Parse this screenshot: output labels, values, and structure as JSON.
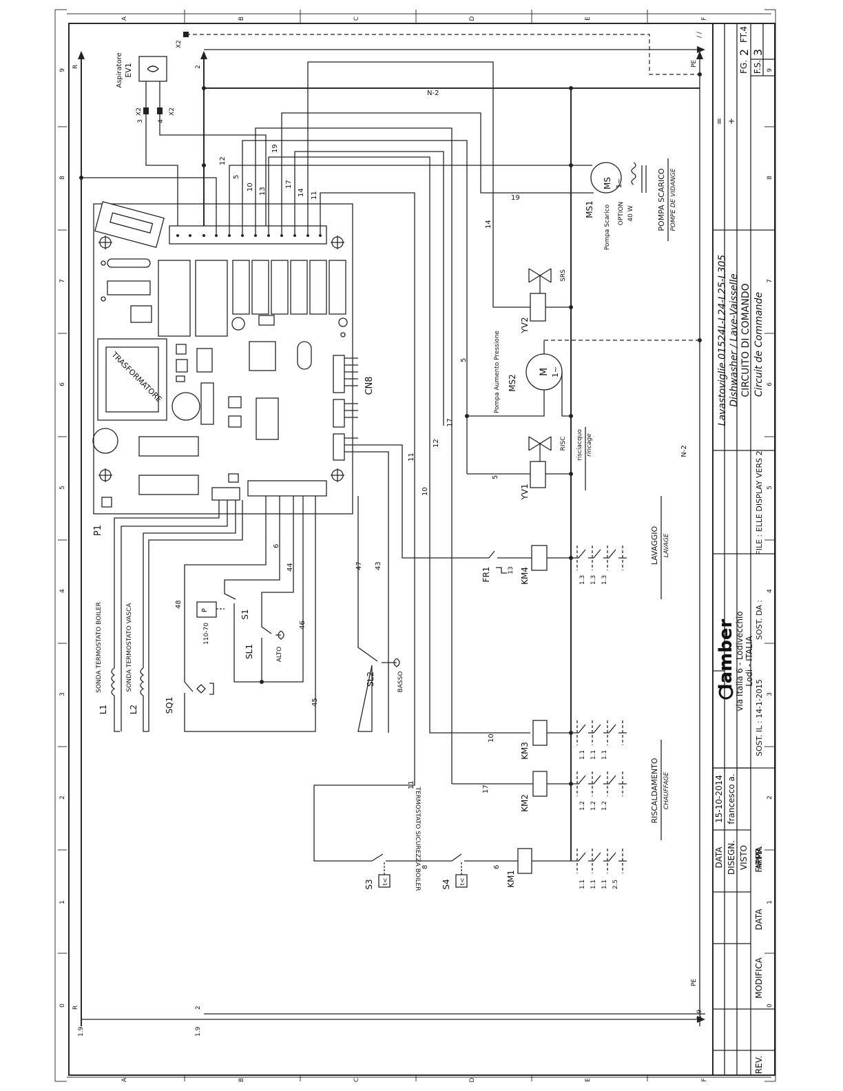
{
  "frame": {
    "row_letters": [
      "A",
      "B",
      "C",
      "D",
      "E",
      "F"
    ],
    "col_numbers": [
      "0",
      "1",
      "2",
      "3",
      "4",
      "5",
      "6",
      "7",
      "8",
      "9"
    ]
  },
  "title_block": {
    "title_line1": "Lavastoviglie 01524L-L24-L25-L305",
    "title_line2": "Dishwasher / Lave-Vaisselle",
    "title_line3": "CIRCUITO DI COMANDO",
    "title_line4": "Circuit de Commande",
    "sheet_fg_label": "FG.",
    "sheet_fg": "2",
    "sheet_ft": "FT.4",
    "sheet_fs_label": "F.S.",
    "sheet_fs": "3",
    "marks_eq": "=",
    "marks_plus": "+",
    "file_line": "FILE : ELLE DISPLAY VERS 2",
    "company": "lamber",
    "address1": "via Italia 6 - Lodivecchio",
    "address2": "Lodi - ITALIA",
    "sost_il": "SOST. IL : 14-1-2015",
    "sost_da": "SOST. DA :",
    "data_label": "DATA",
    "data_value": "15-10-2014",
    "disegn_label": "DISEGN.",
    "disegn_value": "francesco a.",
    "visto_label": "VISTO",
    "appr_label": "APPR.",
    "rev_label": "REV.",
    "modifica_label": "MODIFICA",
    "data2_label": "DATA",
    "firma_label": "FIRMA"
  },
  "rails": {
    "r_top": "R",
    "r_bottom": "R",
    "left_r_num": "1.9",
    "two_top": "2",
    "two_bottom": "2",
    "two_num": "1.9",
    "pe_top": "PE",
    "pe_bottom": "PE",
    "pe_num": "1.9",
    "n2_top": "N-2",
    "n2_mid": "N-2",
    "x2_top": "X2",
    "slash": "/ /"
  },
  "components": {
    "ev1_name": "Aspiratore",
    "ev1_tag": "EV1",
    "x2_left": "X2",
    "x2_left_pin": "3",
    "x2_right": "X2",
    "x2_right_pin": "4",
    "ms1_tag": "MS1",
    "ms1_name": "Pompa Scarico",
    "ms1_option": "OPTION",
    "ms1_power": "40 W",
    "ms_symbol": "MS",
    "ms_sub": "1~",
    "pompa_scarico": "POMPA SCARICO",
    "pompe_vidange": "POMPE DE VIDANGE",
    "yv2_tag": "YV2",
    "yv2_code": "SRS",
    "ms2_tag": "MS2",
    "ms2_name": "Pompa Aumento Pressione",
    "ms2_symbol": "M",
    "ms2_sub": "1~",
    "yv1_tag": "YV1",
    "yv1_code": "RISC",
    "risciacquo": "risciacquo",
    "rincage": "rincage",
    "fr1_tag": "FR1",
    "fr1_pin": "13",
    "km4_tag": "KM4",
    "lavaggio": "LAVAGGIO",
    "lavage": "LAVAGE",
    "km3_tag": "KM3",
    "km2_tag": "KM2",
    "km1_tag": "KM1",
    "riscaldamento": "RISCALDAMENTO",
    "chauffage": "CHAUFFAGE",
    "s3_tag": "S3",
    "s4_tag": "S4",
    "temp_sym": "t<",
    "termostato": "TERMOSTATO SICUREZZA BOILER",
    "p1_tag": "P1",
    "cn8_tag": "CN8",
    "trasformatore": "TRASFORMATORE",
    "l1_tag": "L1",
    "l1_name": "SONDA TERMOSTATO BOILER",
    "l2_tag": "L2",
    "l2_name": "SONDA TERMOSTATO VASCA",
    "sq1_tag": "SQ1",
    "s1_tag": "S1",
    "p_sym": "P",
    "s1_range": "110-70",
    "sl1_tag": "SL1",
    "alto": "ALTO",
    "sl2_tag": "SL2",
    "basso": "BASSO"
  },
  "wires": {
    "w12": "12",
    "w5": "5",
    "w10": "10",
    "w13": "13",
    "w19": "19",
    "w17": "17",
    "w14": "14",
    "w11": "11",
    "w19b": "19",
    "w14b": "14",
    "w5b": "5",
    "w17b": "17",
    "w12b": "12",
    "w11b": "11",
    "w10b": "10",
    "w5c": "5",
    "w6": "6",
    "w44": "44",
    "w48": "48",
    "w46": "46",
    "w47": "47",
    "w43": "43",
    "w45": "45",
    "w10c": "10",
    "w17c": "17",
    "w11c": "11",
    "w8": "8",
    "w6b": "6"
  },
  "sections": {
    "km4": [
      "1.3",
      "1.3",
      "1.3"
    ],
    "km3": [
      "1.1",
      "1.1",
      "1.1"
    ],
    "km2": [
      "1.2",
      "1.2",
      "1.2"
    ],
    "km1": [
      "1.1",
      "1.1",
      "1.1",
      "2.5"
    ]
  }
}
